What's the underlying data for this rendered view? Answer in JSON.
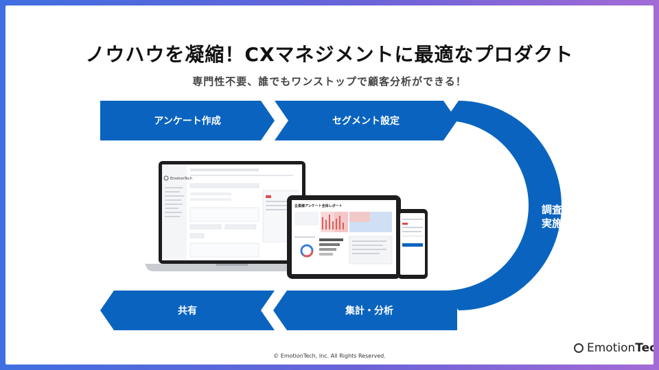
{
  "slide": {
    "title": "ノウハウを凝縮！CXマネジメントに最適なプロダクト",
    "subtitle": "専門性不要、誰でもワンストップで顧客分析ができる！"
  },
  "flow": {
    "step1": "アンケート作成",
    "step2": "セグメント設定",
    "step3_line1": "調査",
    "step3_line2": "実施",
    "step4": "集計・分析",
    "step5": "共有"
  },
  "devices": {
    "laptop_brand": "EmotionTech",
    "tablet_report_title": "企業様アンケート全体レポート"
  },
  "footer": {
    "copyright": "© EmotionTech, Inc. All Rights Reserved.",
    "logo_prefix": "Emotion",
    "logo_suffix": "Tech"
  },
  "colors": {
    "primary_blue": "#0a64bf",
    "frame_gradient_start": "#3f6fe0",
    "frame_gradient_end": "#a36bd6"
  }
}
